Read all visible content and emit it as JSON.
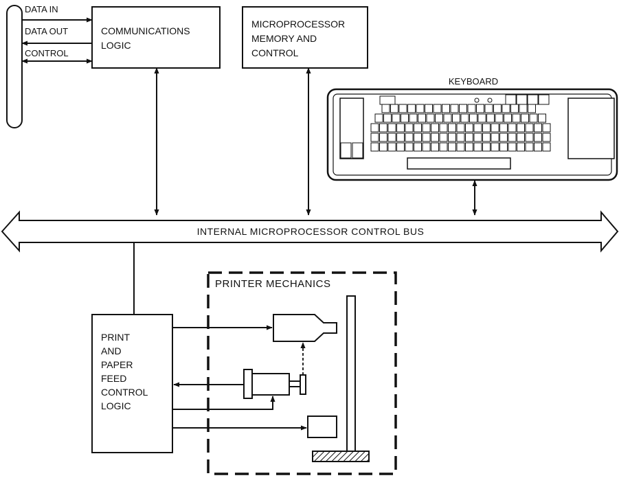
{
  "colors": {
    "ink": "#111111",
    "paper": "#ffffff"
  },
  "interface_signals": {
    "data_in": "DATA IN",
    "data_out": "DATA OUT",
    "control": "CONTROL"
  },
  "blocks": {
    "communications": [
      "COMMUNICATIONS",
      "LOGIC"
    ],
    "microprocessor": [
      "MICROPROCESSOR",
      "MEMORY AND",
      "CONTROL"
    ],
    "print_control": [
      "PRINT",
      "AND",
      "PAPER",
      "FEED",
      "CONTROL",
      "LOGIC"
    ]
  },
  "keyboard": {
    "label": "KEYBOARD"
  },
  "bus": {
    "label": "INTERNAL MICROPROCESSOR CONTROL BUS"
  },
  "printer_mechanics": {
    "label": "PRINTER MECHANICS"
  }
}
